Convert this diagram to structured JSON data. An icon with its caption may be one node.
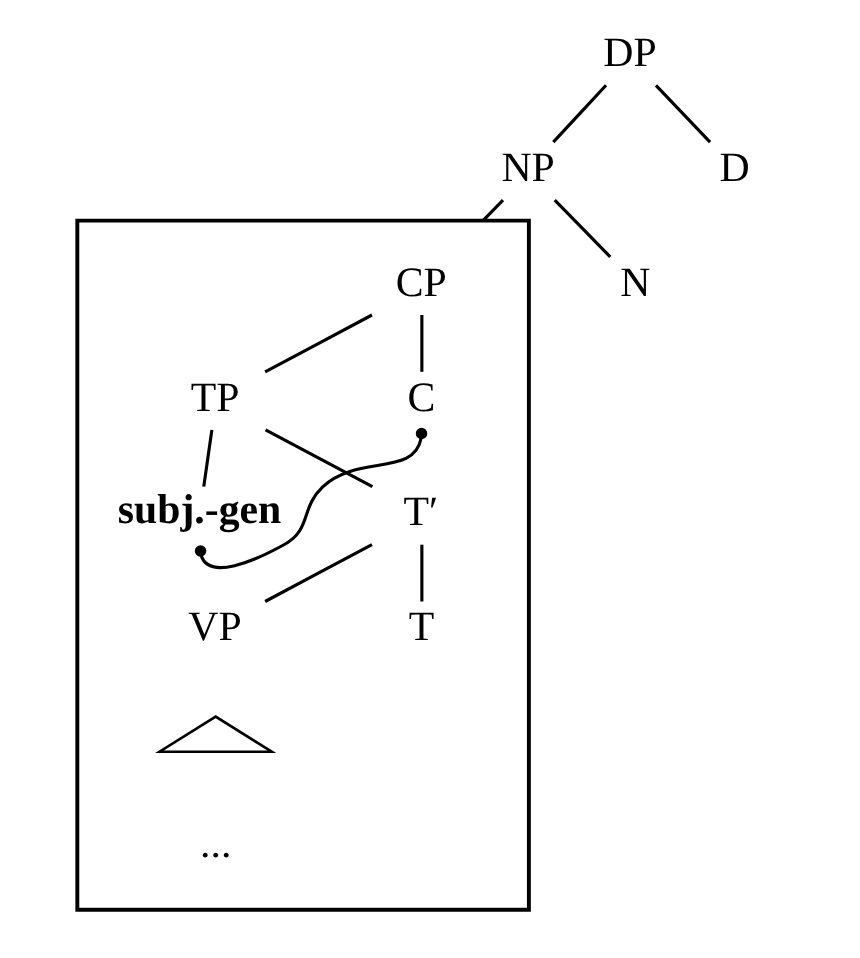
{
  "diagram": {
    "nodes": [
      {
        "text": [
          "DP"
        ]
      },
      {
        "text": [
          "NP"
        ]
      },
      {
        "text": [
          "D"
        ]
      },
      {
        "text": [],
        "shape": "box"
      },
      {
        "text": [
          "CP"
        ],
        "in": 3
      },
      {
        "text": [
          "N"
        ]
      },
      {
        "text": [
          "TP"
        ],
        "in": 3
      },
      {
        "text": [
          "C"
        ],
        "in": 3
      },
      {
        "text": [
          "subj.-gen"
        ],
        "in": 3
      },
      {
        "text": [
          "T′"
        ],
        "in": 3
      },
      {
        "text": [
          "VP"
        ],
        "in": 3
      },
      {
        "text": [
          "T"
        ],
        "in": 3
      },
      {
        "text": [],
        "shape": "triangle",
        "in": 3,
        "beside": [
          "..."
        ]
      }
    ],
    "edges": [
      {
        "from": 0,
        "to": 1,
        "arrow": "none"
      },
      {
        "from": 0,
        "to": 2,
        "arrow": "none"
      },
      {
        "from": 1,
        "to": 3,
        "arrow": "none"
      },
      {
        "from": 1,
        "to": 5,
        "arrow": "none"
      },
      {
        "from": 4,
        "to": 6,
        "arrow": "none"
      },
      {
        "from": 4,
        "to": 7,
        "arrow": "none"
      },
      {
        "from": 6,
        "to": 8,
        "arrow": "none"
      },
      {
        "from": 6,
        "to": 9,
        "arrow": "none"
      },
      {
        "from": 9,
        "to": 10,
        "arrow": "none"
      },
      {
        "from": 9,
        "to": 11,
        "arrow": "none"
      },
      {
        "from": 7,
        "to": 8,
        "arrow": "other"
      }
    ]
  }
}
